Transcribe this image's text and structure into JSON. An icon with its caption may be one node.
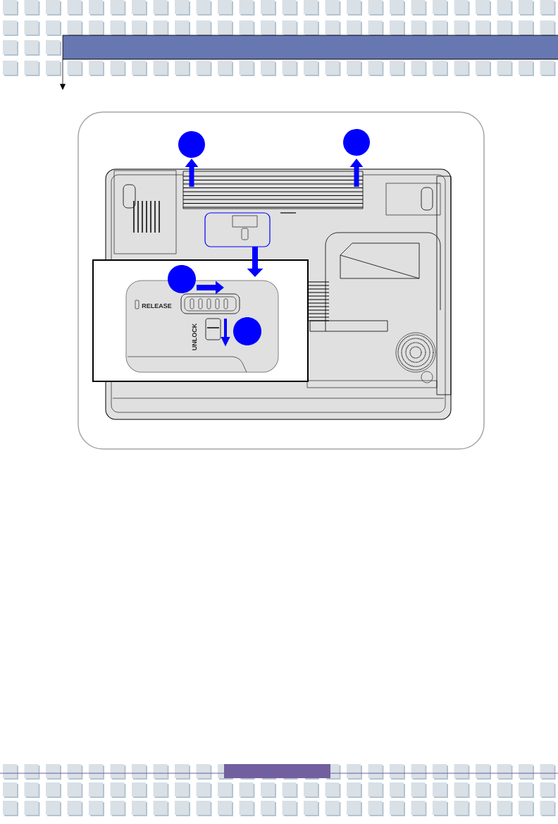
{
  "diagram": {
    "nodes": [
      {
        "text": [],
        "shape": "circle"
      },
      {
        "text": [],
        "shape": "circle"
      },
      {
        "text": [],
        "shape": "box"
      },
      {
        "text": [],
        "shape": "box"
      },
      {
        "text": [],
        "shape": "circle",
        "in": 3
      },
      {
        "text": [],
        "shape": "circle",
        "in": 3
      }
    ],
    "edges": [
      {
        "from": 2,
        "to": 3,
        "arrow": "to",
        "color": "#0000ff"
      }
    ],
    "labels": [
      "RELEASE",
      "UNLOCK"
    ]
  }
}
